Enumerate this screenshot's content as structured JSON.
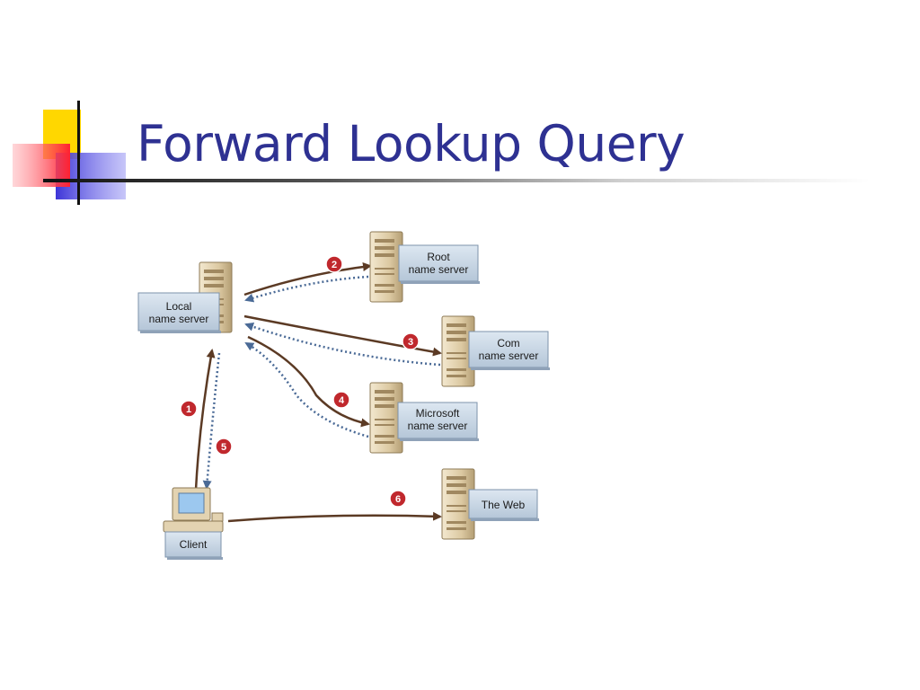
{
  "slide": {
    "title": "Forward Lookup Query"
  },
  "diagram": {
    "nodes": {
      "local": {
        "line1": "Local",
        "line2": "name server"
      },
      "root": {
        "line1": "Root",
        "line2": "name server"
      },
      "com": {
        "line1": "Com",
        "line2": "name server"
      },
      "microsoft": {
        "line1": "Microsoft",
        "line2": "name server"
      },
      "web": {
        "line1": "The Web"
      },
      "client": {
        "line1": "Client"
      }
    },
    "steps": [
      "1",
      "2",
      "3",
      "4",
      "5",
      "6"
    ]
  },
  "colors": {
    "title": "#2e3192",
    "arrow": "#5b3a24",
    "dotted_return": "#5b78a0",
    "step_badge": "#c0282d",
    "label_box": "#c9d6e4",
    "server_body": "#e2d2b0"
  }
}
